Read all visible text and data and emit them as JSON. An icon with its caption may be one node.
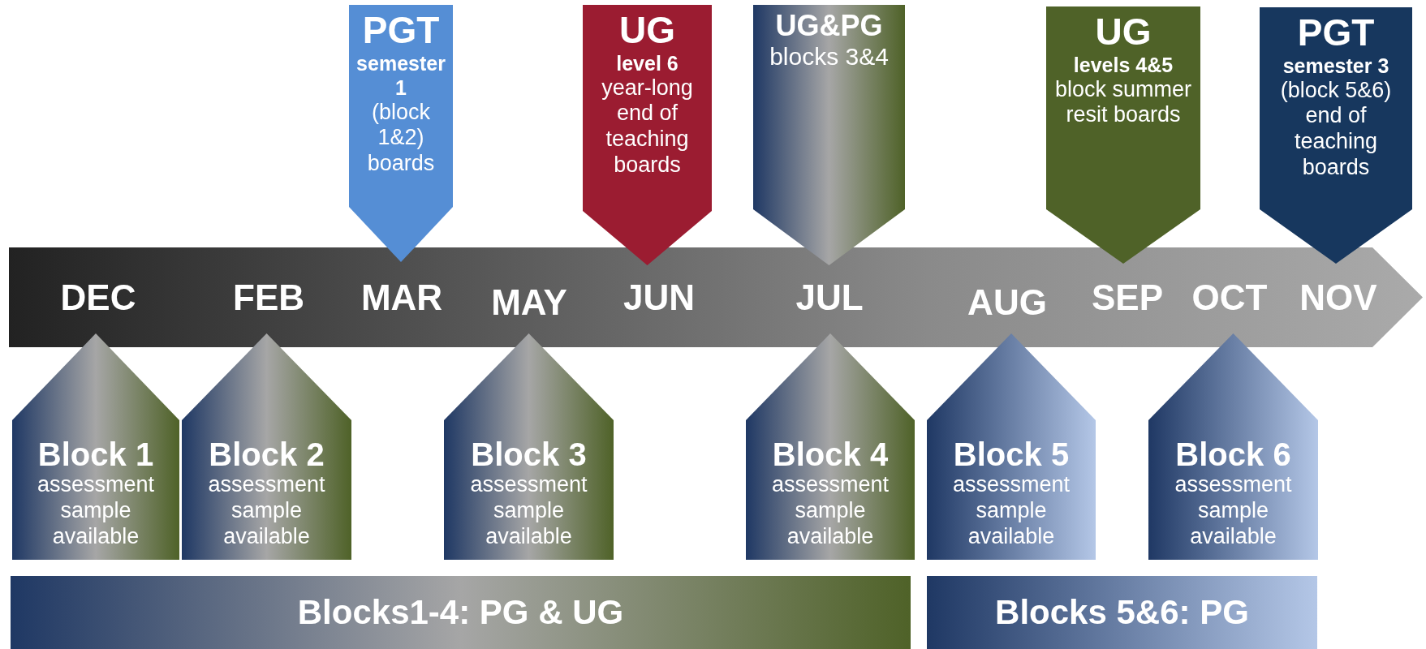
{
  "diagram": {
    "nodes": [
      {
        "text": [
          "DEC",
          "FEB",
          "MAR",
          "MAY",
          "JUN",
          "JUL",
          "AUG",
          "SEP",
          "OCT",
          "NOV"
        ]
      },
      {
        "text": [
          "PGT",
          "semester 1",
          "(block 1&2) boards"
        ]
      },
      {
        "text": [
          "UG",
          "level 6",
          "year-long end of teaching boards"
        ]
      },
      {
        "text": [
          "UG&PG",
          "blocks 3&4"
        ]
      },
      {
        "text": [
          "UG",
          "levels 4&5",
          "block summer resit boards"
        ]
      },
      {
        "text": [
          "PGT",
          "semester 3",
          "(block 5&6) end of teaching boards"
        ]
      },
      {
        "text": [
          "Block 1",
          "assessment sample available"
        ]
      },
      {
        "text": [
          "Block 2",
          "assessment sample available"
        ]
      },
      {
        "text": [
          "Block 3",
          "assessment sample available"
        ]
      },
      {
        "text": [
          "Block 4",
          "assessment sample available"
        ]
      },
      {
        "text": [
          "Block 5",
          "assessment sample available"
        ]
      },
      {
        "text": [
          "Block 6",
          "assessment sample available"
        ]
      },
      {
        "text": [
          "Blocks1-4: PG & UG"
        ]
      },
      {
        "text": [
          "Blocks 5&6: PG"
        ]
      }
    ]
  }
}
